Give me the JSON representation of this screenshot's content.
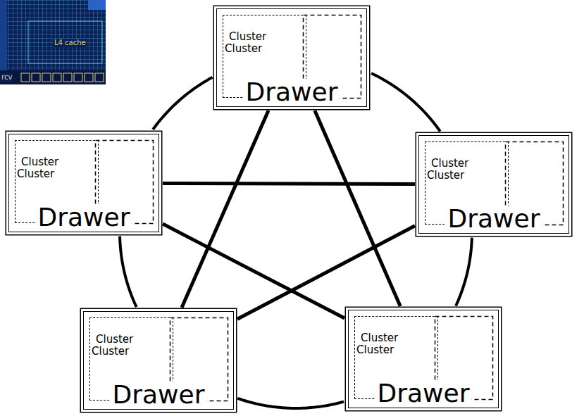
{
  "diagram": {
    "nodes": [
      {
        "text": [
          "Drawer"
        ]
      },
      {
        "text": [
          "Cluster",
          "Cluster"
        ],
        "in": 0
      },
      {
        "text": [
          "Drawer"
        ]
      },
      {
        "text": [
          "Cluster",
          "Cluster"
        ],
        "in": 2
      },
      {
        "text": [
          "Drawer"
        ]
      },
      {
        "text": [
          "Cluster",
          "Cluster"
        ],
        "in": 4
      },
      {
        "text": [
          "Drawer"
        ]
      },
      {
        "text": [
          "Cluster",
          "Cluster"
        ],
        "in": 6
      },
      {
        "text": [
          "Drawer"
        ]
      },
      {
        "text": [
          "Cluster",
          "Cluster"
        ],
        "in": 8
      }
    ],
    "edges": [
      {
        "from": 0,
        "to": 4,
        "arrow": "none"
      },
      {
        "from": 4,
        "to": 8,
        "arrow": "none"
      },
      {
        "from": 8,
        "to": 6,
        "arrow": "none"
      },
      {
        "from": 6,
        "to": 2,
        "arrow": "none"
      },
      {
        "from": 2,
        "to": 0,
        "arrow": "none"
      },
      {
        "from": 0,
        "to": 6,
        "arrow": "none"
      },
      {
        "from": 0,
        "to": 8,
        "arrow": "none"
      },
      {
        "from": 2,
        "to": 4,
        "arrow": "none"
      },
      {
        "from": 2,
        "to": 8,
        "arrow": "none"
      },
      {
        "from": 4,
        "to": 6,
        "arrow": "none"
      }
    ],
    "labels": [
      "L4 cache",
      "rcv"
    ]
  }
}
